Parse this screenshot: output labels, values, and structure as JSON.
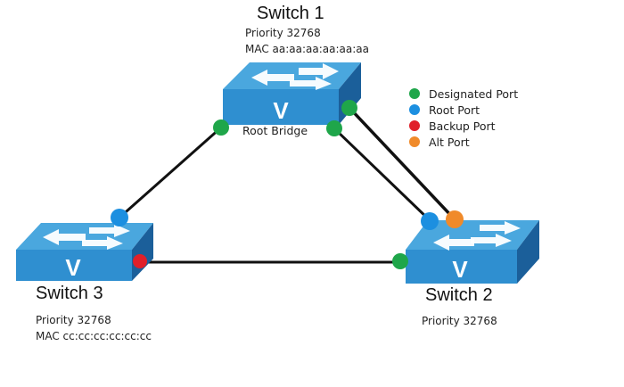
{
  "switches": {
    "s1": {
      "title": "Switch 1",
      "priority": "Priority 32768",
      "mac": "MAC aa:aa:aa:aa:aa:aa",
      "role": "Root Bridge"
    },
    "s2": {
      "title": "Switch 2",
      "priority": "Priority 32768"
    },
    "s3": {
      "title": "Switch 3",
      "priority": "Priority 32768",
      "mac": "MAC cc:cc:cc:cc:cc:cc"
    }
  },
  "switch_glyph": "V",
  "legend": [
    {
      "label": "Designated Port",
      "color": "#1fa64a"
    },
    {
      "label": "Root Port",
      "color": "#1c8fe0"
    },
    {
      "label": "Backup Port",
      "color": "#e0202a"
    },
    {
      "label": "Alt Port",
      "color": "#f08a2a"
    }
  ],
  "colors": {
    "switch_top": "#4aa7de",
    "switch_front": "#2f8fd0",
    "switch_side": "#1b5f9a",
    "link": "#111111"
  },
  "links": [
    {
      "from": "Switch 1",
      "to": "Switch 3",
      "from_port": "Designated Port",
      "to_port": "Root Port"
    },
    {
      "from": "Switch 1",
      "to": "Switch 2",
      "from_port": "Designated Port",
      "to_port": "Root Port"
    },
    {
      "from": "Switch 1",
      "to": "Switch 2",
      "from_port": "Designated Port",
      "to_port": "Alt Port"
    },
    {
      "from": "Switch 3",
      "to": "Switch 2",
      "from_port": "Backup Port",
      "to_port": "Designated Port"
    }
  ]
}
